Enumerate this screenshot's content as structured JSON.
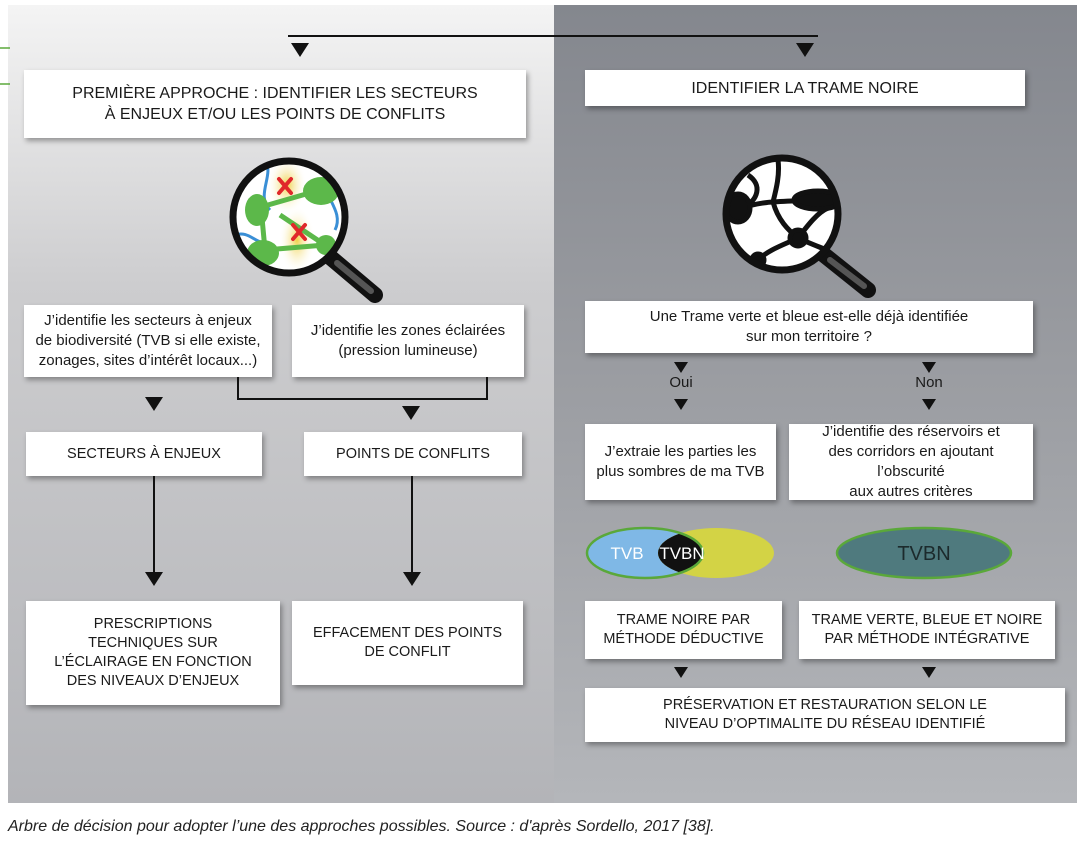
{
  "left": {
    "approach_title": "PREMIÈRE APPROCHE : IDENTIFIER LES SECTEURS\nÀ ENJEUX ET/OU LES POINTS DE CONFLITS",
    "identify_sectors": "J’identifie les secteurs à enjeux\nde biodiversité (TVB si elle existe,\nzonages, sites d’intérêt locaux...)",
    "identify_lit": "J’identifie les zones éclairées\n(pression lumineuse)",
    "sectors": "SECTEURS À ENJEUX",
    "conflicts": "POINTS DE CONFLITS",
    "prescriptions": "PRESCRIPTIONS\nTECHNIQUES SUR\nL’ÉCLAIRAGE EN FONCTION\nDES NIVEAUX D’ENJEUX",
    "effacement": "EFFACEMENT DES POINTS\nDE CONFLIT"
  },
  "right": {
    "title": "IDENTIFIER LA TRAME NOIRE",
    "question": "Une Trame verte et bleue est-elle déjà identifiée\nsur mon territoire ?",
    "oui": "Oui",
    "non": "Non",
    "extract": "J’extraie les parties les\nplus sombres de ma TVB",
    "identify_reservoirs": "J’identifie des réservoirs et\ndes corridors en ajoutant l’obscurité\naux autres critères",
    "venn_tvb": "TVB",
    "venn_tvbn": "TVBN",
    "ellipse_tvbn": "TVBN",
    "deductive": "TRAME NOIRE PAR\nMÉTHODE DÉDUCTIVE",
    "integrative": "TRAME VERTE, BLEUE ET NOIRE\nPAR MÉTHODE INTÉGRATIVE",
    "preservation": "PRÉSERVATION ET RESTAURATION SELON LE\nNIVEAU D’OPTIMALITE DU RÉSEAU IDENTIFIÉ"
  },
  "caption": "Arbre de décision pour adopter l’une des approches possibles. Source : d'après Sordello, 2017 [38].",
  "colors": {
    "tvb_blue": "#7fb8e6",
    "tvbn_yellow": "#d3d345",
    "tvbn_ellipse": "#4f7a7e",
    "green_outline": "#5aa83a",
    "node_green": "#5cb84a"
  },
  "icons": [
    "magnifier-biodiversity-icon",
    "magnifier-dark-network-icon"
  ]
}
